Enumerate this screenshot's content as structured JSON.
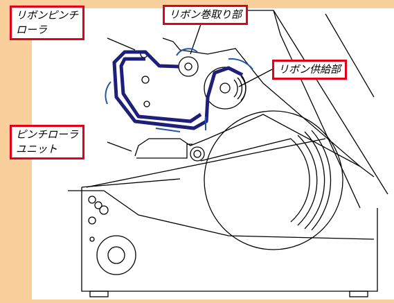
{
  "figure": {
    "background_color": "#f9cf9c",
    "callout_border_color": "#e3001b",
    "ribbon_path_color": "#1d1f7a",
    "line_color": "#000000"
  },
  "callouts": {
    "ribbon_pinch_roller": {
      "line1": "リボンピンチ",
      "line2": "ローラ"
    },
    "ribbon_rewind": {
      "label": "リボン巻取り部"
    },
    "ribbon_supply": {
      "label": "リボン供給部"
    },
    "pinch_roller_unit": {
      "line1": "ピンチローラ",
      "line2": "ユニット"
    }
  }
}
